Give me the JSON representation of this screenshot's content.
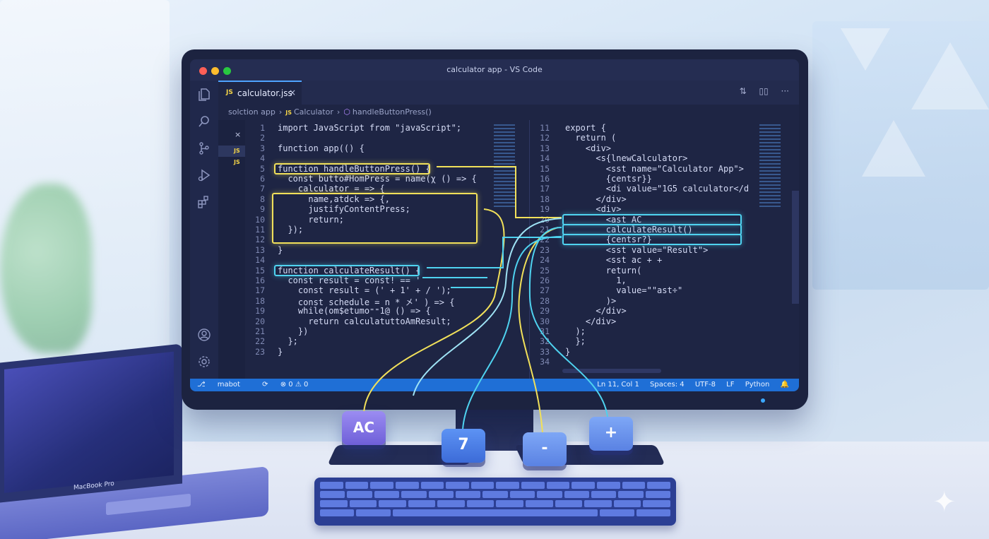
{
  "window": {
    "title": "calculator app - VS Code"
  },
  "tab": {
    "badge": "JS",
    "name": "calculator.jss",
    "close": "×"
  },
  "tab_tools": {
    "compare": "⇅",
    "split": "▯▯",
    "more": "···"
  },
  "breadcrumb": {
    "root": "solction app",
    "item1": "Calculator",
    "item2": "handleButtonPress()"
  },
  "explorer": {
    "close": "×",
    "rows": [
      "JS",
      "JS"
    ]
  },
  "left_editor": {
    "line_numbers": [
      "1",
      "2",
      "3",
      "4",
      "5",
      "6",
      "7",
      "8",
      "9",
      "10",
      "11",
      "12",
      "13",
      "14",
      "15",
      "16",
      "17",
      "18",
      "19",
      "20",
      "21",
      "22",
      "23"
    ],
    "lines": [
      "import JavaScript from \"javaScript\";",
      "",
      "function app(() {",
      "",
      "function handleButtonPress() {",
      "  const butto#HomPress = name(χ () => {",
      "    calculator = => {",
      "      name,atdck => {,",
      "      justifyContentPress;",
      "      return;",
      "  });",
      "",
      "}",
      "",
      "function calculateResult() {",
      "  const result = const! == '",
      "    const result = (' + 1' + / ');",
      "    const schedule = n * 㐅' ) => {",
      "    while(om$etumo⁼⁼1@ () => {",
      "      return calculatuttoAmResult;",
      "    })",
      "  };",
      "}"
    ]
  },
  "right_editor": {
    "line_numbers": [
      "11",
      "12",
      "13",
      "14",
      "15",
      "16",
      "17",
      "18",
      "19",
      "20",
      "21",
      "22",
      "23",
      "24",
      "25",
      "26",
      "27",
      "28",
      "29",
      "30",
      "31",
      "32",
      "33",
      "34"
    ],
    "lines": [
      "export {",
      "  return (",
      "    <div>",
      "      <s{lnewCalculator>",
      "        <sst name=\"Calculator App\">",
      "        {centsr}}",
      "        <di value=\"1G5 calculator</d",
      "      </div>",
      "      <div>",
      "        <ast AC",
      "        calculateResult()",
      "        {centsr?}",
      "        <sst value=\"Result\">",
      "        <sst ac + +",
      "        return(",
      "          1,",
      "          value=\"\"ast÷\"",
      "        )>",
      "      </div>",
      "    </div>",
      "  );",
      "  };",
      "}",
      ""
    ]
  },
  "status": {
    "branch": "mabot",
    "sync": "⟳",
    "problems": "⊗ 0 ⚠ 0",
    "position": "Ln 11, Col 1",
    "spaces": "Spaces: 4",
    "encoding": "UTF-8",
    "eol": "LF",
    "language": "Python",
    "bell": "🔔"
  },
  "calc_keys": {
    "ac": "AC",
    "seven": "7",
    "minus": "-",
    "plus": "+"
  },
  "laptop": {
    "label": "MacBook Pro"
  },
  "colors": {
    "accent": "#1f6fd6",
    "yellow_highlight": "#f1e05a",
    "cyan_highlight": "#4fd3f0"
  }
}
